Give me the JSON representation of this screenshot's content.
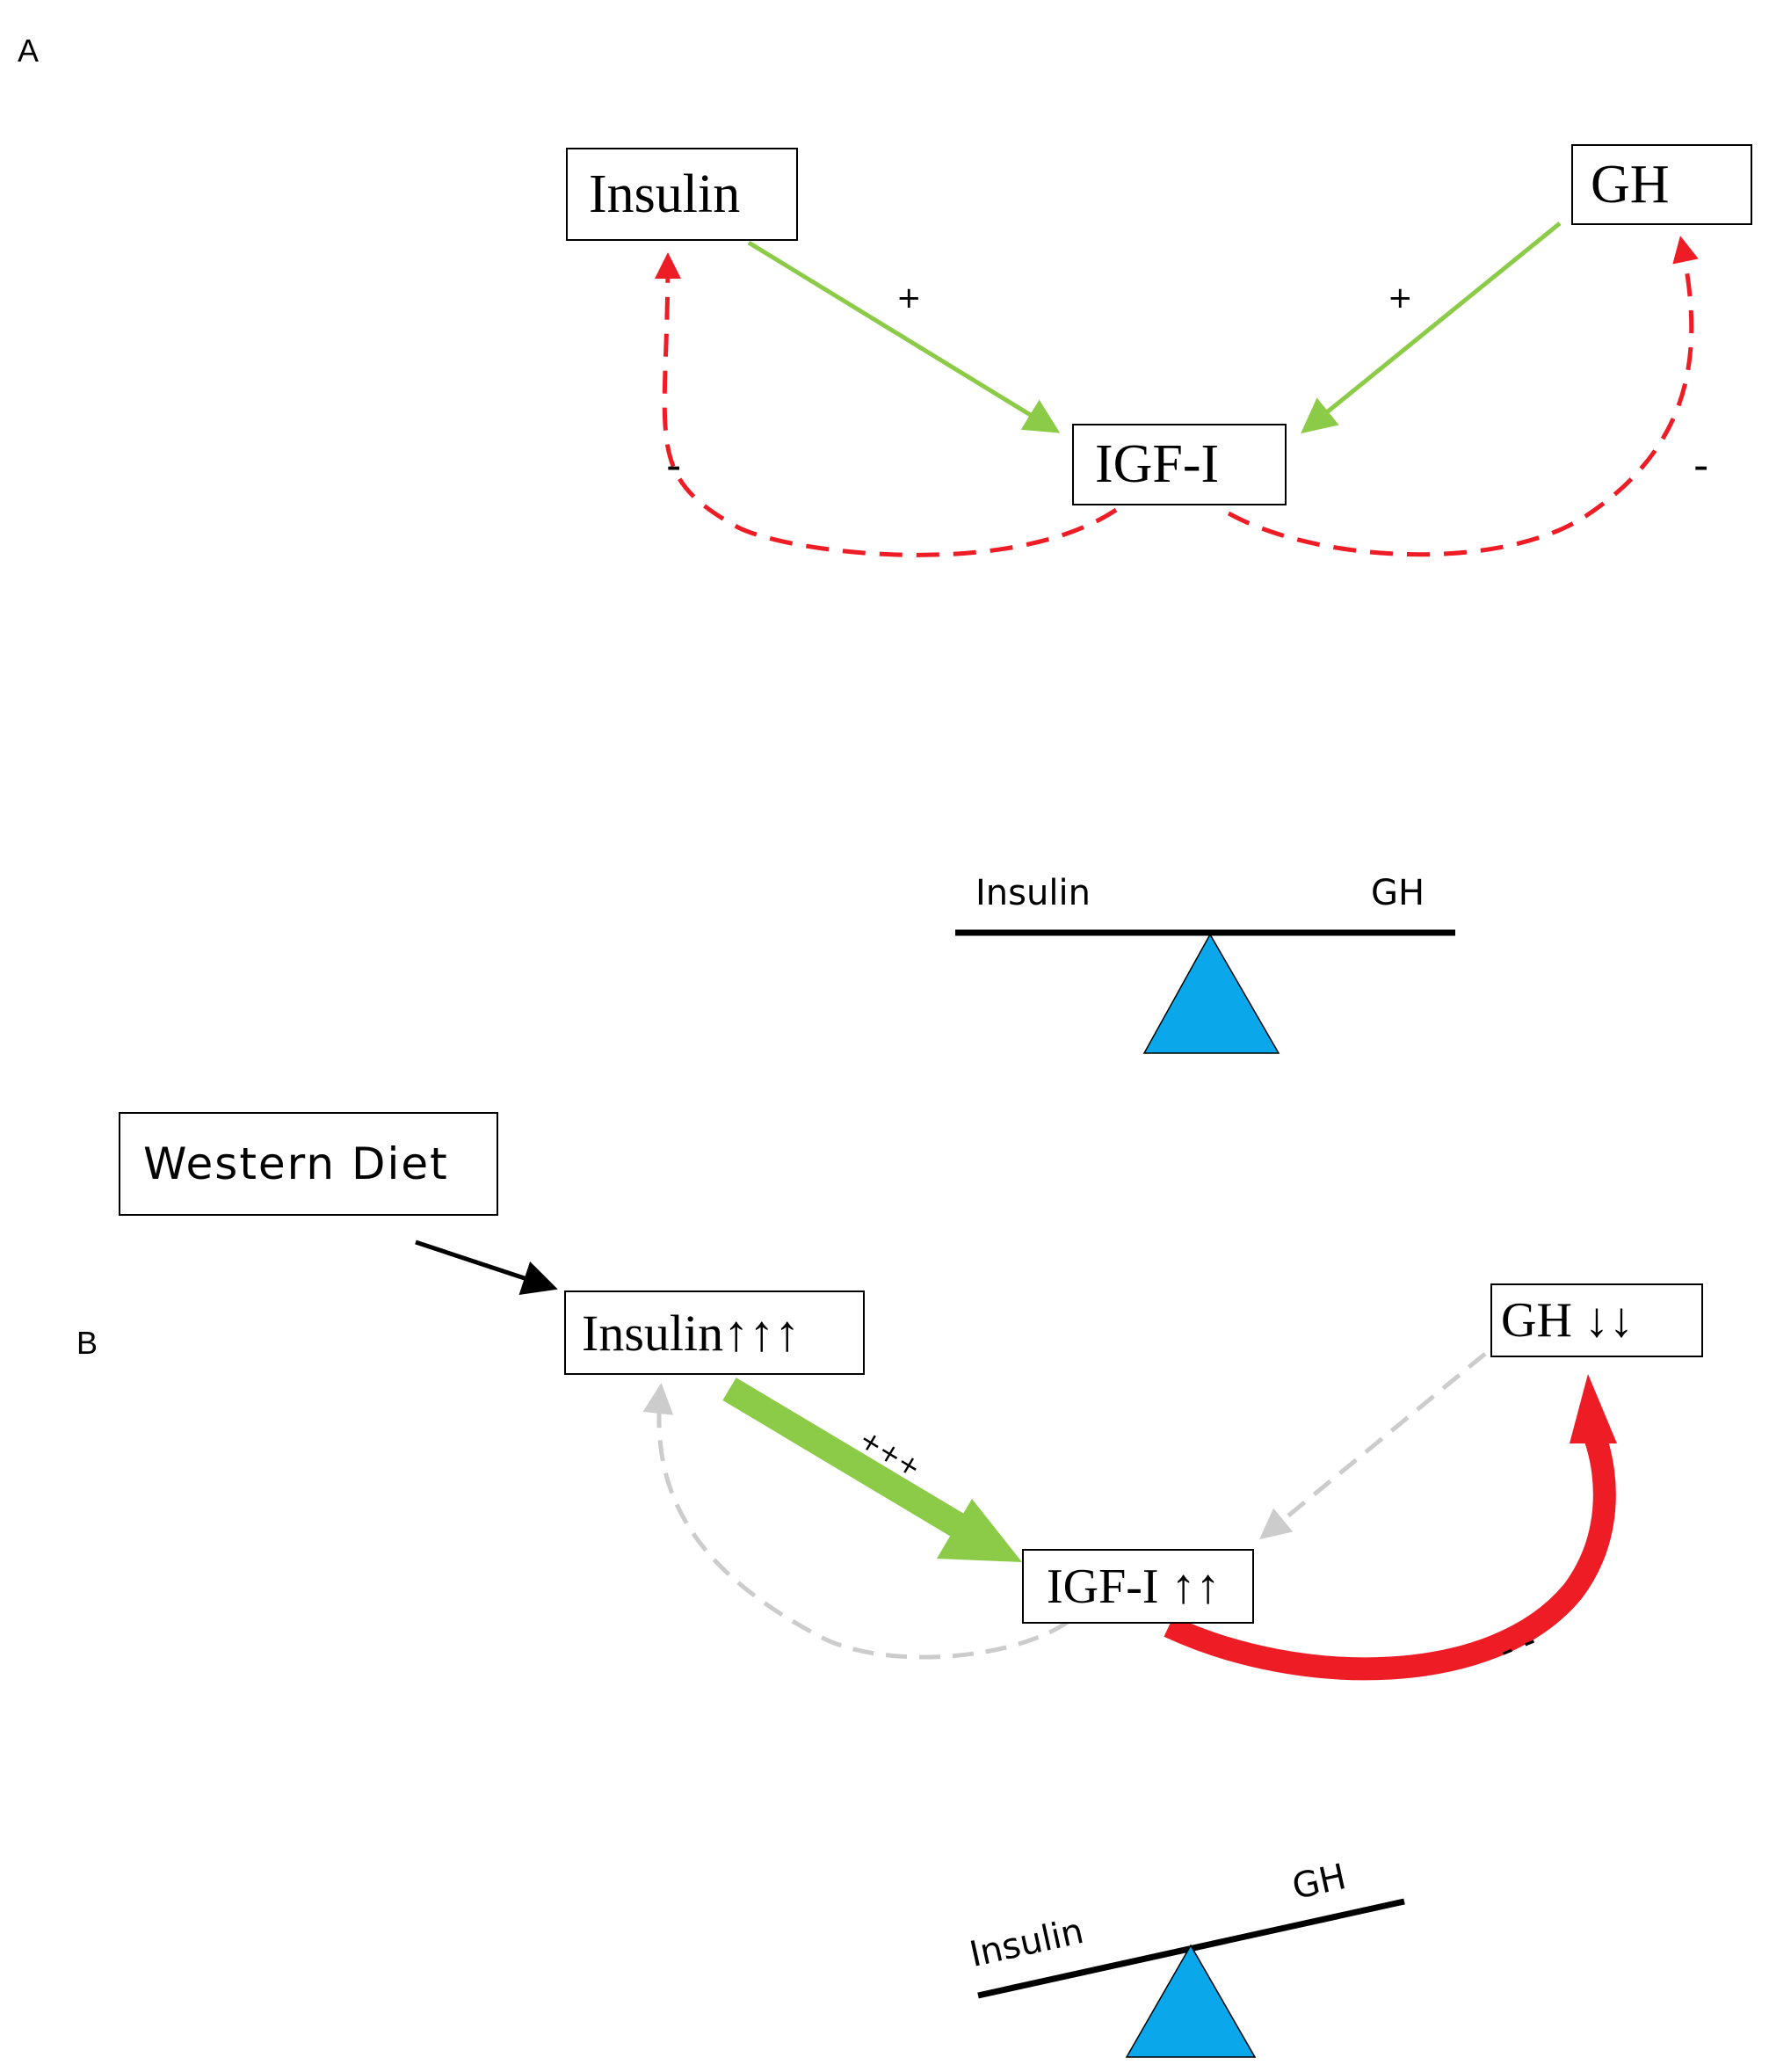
{
  "panel_a": {
    "label": "A",
    "nodes": {
      "insulin": "Insulin",
      "gh": "GH",
      "igf": "IGF-I"
    },
    "signs": {
      "insulin_igf": "+",
      "gh_igf": "+",
      "igf_insulin": "-",
      "igf_gh": "-"
    },
    "balance": {
      "left": "Insulin",
      "right": "GH"
    },
    "colors": {
      "stimulate": "#8ccb48",
      "inhibit": "#ee1c25",
      "fulcrum": "#0aa7ea"
    }
  },
  "panel_b": {
    "label": "B",
    "nodes": {
      "diet": "Western Diet",
      "insulin": "Insulin↑↑↑",
      "gh": "GH ↓↓",
      "igf": "IGF-I ↑↑"
    },
    "signs": {
      "insulin_igf": "+++",
      "igf_gh": "- -"
    },
    "balance": {
      "left": "Insulin",
      "right": "GH"
    },
    "colors": {
      "stimulate": "#8ccb48",
      "inhibit": "#ee1c25",
      "weak": "#cccccc",
      "fulcrum": "#0aa7ea"
    }
  }
}
